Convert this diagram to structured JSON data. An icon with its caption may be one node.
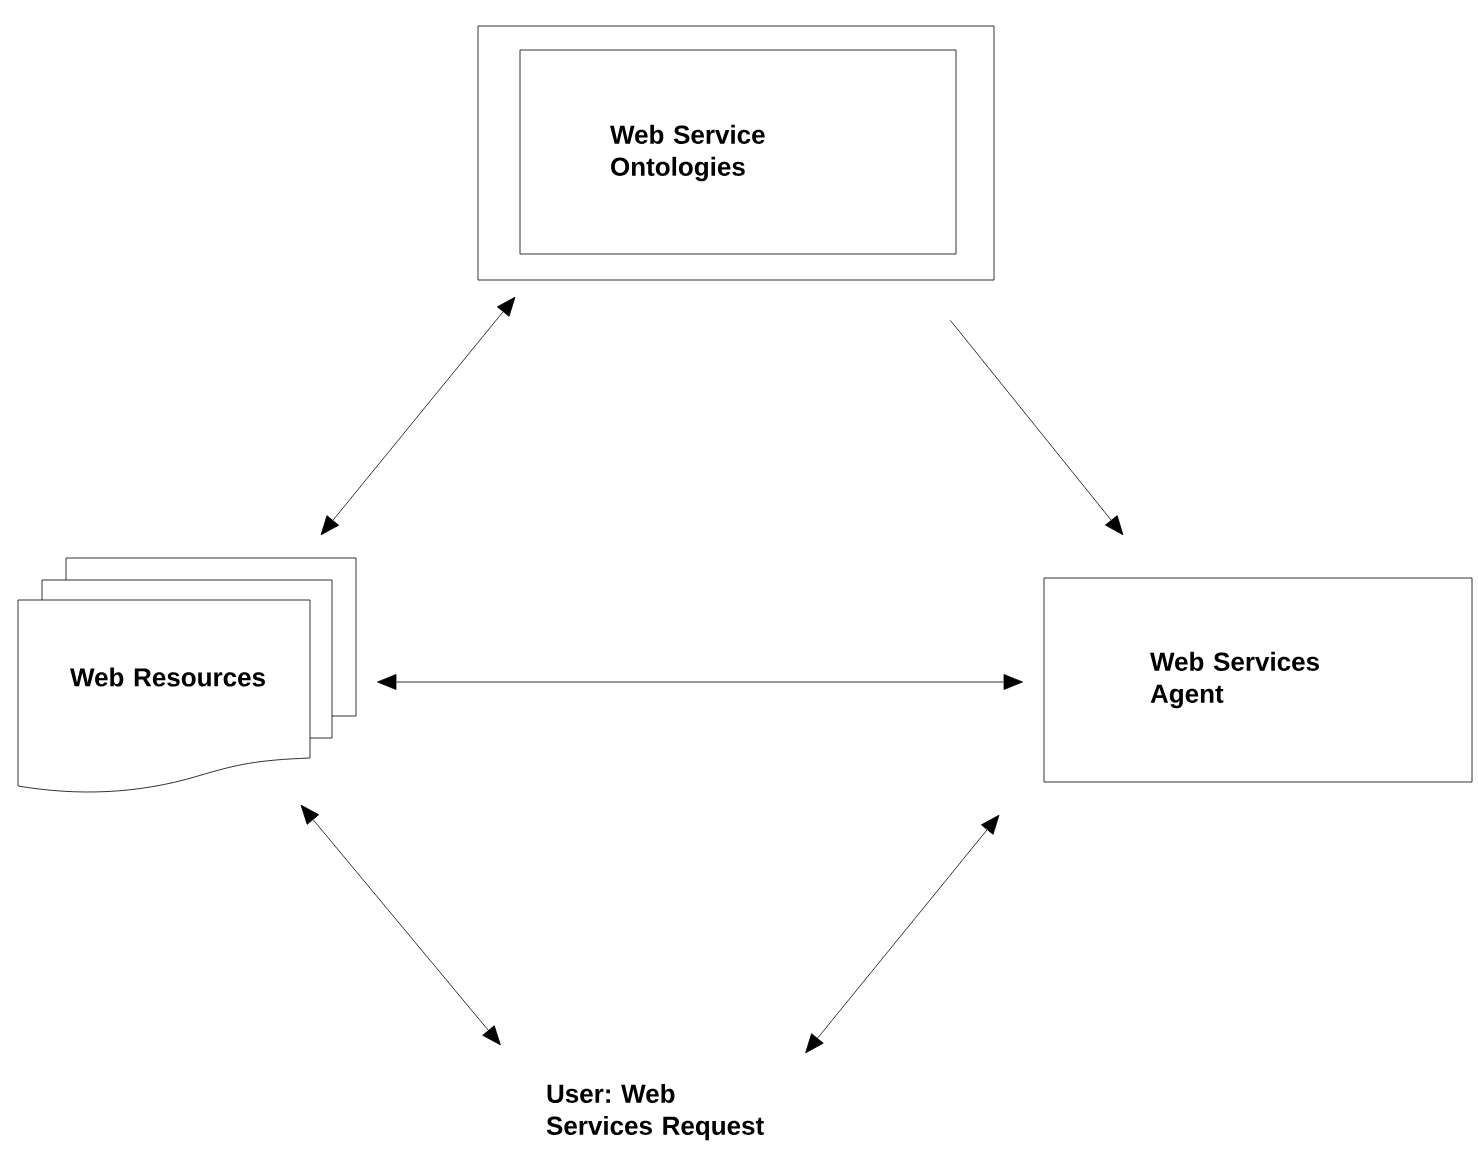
{
  "diagram": {
    "nodes": [
      {
        "text": [
          "Web Service Ontologies"
        ]
      },
      {
        "text": [
          "Web Resources"
        ]
      },
      {
        "text": [
          "Web Services Agent"
        ]
      },
      {
        "text": [
          "User: Web Services Request"
        ]
      }
    ],
    "edges": [
      {
        "from": 0,
        "to": 1,
        "arrow": "both"
      },
      {
        "from": 0,
        "to": 2,
        "arrow": "to"
      },
      {
        "from": 1,
        "to": 2,
        "arrow": "both"
      },
      {
        "from": 1,
        "to": 3,
        "arrow": "both"
      },
      {
        "from": 2,
        "to": 3,
        "arrow": "both"
      }
    ]
  }
}
